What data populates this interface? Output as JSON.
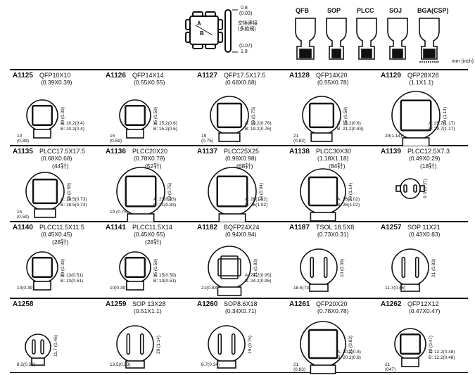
{
  "legend": {
    "dim_top": "0.8",
    "dim_top_in": "(0.03)",
    "chinese_1": "交換連接",
    "chinese_2": "(多款規)",
    "dim_bot_in": "(0.07)",
    "dim_bot": "1.8",
    "mark_a": "A",
    "mark_b": "B"
  },
  "types": [
    "QFB",
    "SOP",
    "PLCC",
    "SOJ",
    "BGA(CSP)"
  ],
  "unit_note": "mm (inch)",
  "rows": [
    [
      {
        "code": "A1125",
        "pkg": "QFP10X10",
        "sub": "(0.39X0.39)",
        "pins": "",
        "shape": "sq-small",
        "side": "10 (0.39)",
        "bottom": "10",
        "bottom2": "(0.39)",
        "a": "A: 10.2(0.4)",
        "b": "B: 10.2(0.4)"
      },
      {
        "code": "A1126",
        "pkg": "QFP14X14",
        "sub": "(0.55X0.55)",
        "pins": "",
        "shape": "sq-small",
        "side": "15 (0.59)",
        "bottom": "15",
        "bottom2": "(0.59)",
        "a": "A: 15.2(0.6)",
        "b": "B: 15.2(0.6)"
      },
      {
        "code": "A1127",
        "pkg": "QFP17.5X17.5",
        "sub": "(0.68X0.68)",
        "pins": "",
        "shape": "sq-med",
        "side": "19 (0.75)",
        "bottom": "19",
        "bottom2": "(0.75)",
        "a": "A: 19.2(0.76)",
        "b": "B: 19.2(0.76)"
      },
      {
        "code": "A1128",
        "pkg": "QFP14X20",
        "sub": "(0.55X0.78)",
        "pins": "",
        "shape": "sq-med",
        "side": "15 (0.59)",
        "bottom": "21",
        "bottom2": "(0.83)",
        "a": "A: 15.2(0.6)",
        "b": "B: 21.2(0.83)"
      },
      {
        "code": "A1129",
        "pkg": "QFP28X28",
        "sub": "(1.1X1.1)",
        "pins": "",
        "shape": "sq-big",
        "side": "29 (1.14)",
        "bottom": "29(1.14)",
        "bottom2": "",
        "a": "A: 29.7(1.17)",
        "b": "B: 29.7(1.17)"
      }
    ],
    [
      {
        "code": "A1135",
        "pkg": "PLCC17.5X17.5",
        "sub": "(0.68X0.68)",
        "pins": "(44针)",
        "shape": "sq-med",
        "side": "15 (0.59)",
        "bottom": "15",
        "bottom2": "(0.59)",
        "a": "A: 18.5(0.73)",
        "b": "B: 18.5(0.73)"
      },
      {
        "code": "A1136",
        "pkg": "PLCC20X20",
        "sub": "(0.78X0.78)",
        "pins": "(52针)",
        "shape": "sq-big",
        "side": "19 (0.75)",
        "bottom": "19 (0.75)",
        "bottom2": "",
        "a": "A: 21(0.83)",
        "b": "B: 21(0.83)"
      },
      {
        "code": "A1137",
        "pkg": "PLCC25X25",
        "sub": "(0.98X0.98)",
        "pins": "(68针)",
        "shape": "sq-big",
        "side": "24 (0.94)",
        "bottom": "",
        "bottom2": "",
        "a": "A: 26(1.02)",
        "b": "B: 26(1.02)"
      },
      {
        "code": "A1138",
        "pkg": "PLCC30X30",
        "sub": "(1.18X1.18)",
        "pins": "(84针)",
        "shape": "sq-rect",
        "side": "29 (1.14)",
        "bottom": "",
        "bottom2": "",
        "a": "A: 26(1.02)",
        "b": "B: 26(1.02)"
      },
      {
        "code": "A1139",
        "pkg": "PLCC12.5X7.3",
        "sub": "(0.49X0.29)",
        "pins": "(18针)",
        "shape": "bars-small",
        "side": "9.3 (0.37)",
        "bottom": "",
        "bottom2": "",
        "a": "",
        "b": ""
      }
    ],
    [
      {
        "code": "A1140",
        "pkg": "PLCC11.5X11.5",
        "sub": "(0.45X0.45)",
        "pins": "(28针)",
        "shape": "sq-small",
        "side": "10 (0.39)",
        "bottom": "10(0.39)",
        "bottom2": "",
        "a": "A: 13(0.51)",
        "b": "B: 13(0.51)"
      },
      {
        "code": "A1141",
        "pkg": "PLCC11.5X14",
        "sub": "(0.45X0.55)",
        "pins": "(28针)",
        "shape": "sq-small",
        "side": "15 (0.59)",
        "bottom": "10(0.39)",
        "bottom2": "",
        "a": "A: 15(0.59)",
        "b": "B: 13(0.51)"
      },
      {
        "code": "A1182",
        "pkg": "BQFP24X24",
        "sub": "(0.94X0.94)",
        "pins": "",
        "shape": "bars4",
        "side": "21 (0.83)",
        "bottom": "21(0.83)",
        "bottom2": "",
        "a": "A: 24.2(0.95)",
        "b": "B: 24.2(0.95)"
      },
      {
        "code": "A1187",
        "pkg": "TSOL 18.5X8",
        "sub": "(0.73X0.31)",
        "pins": "",
        "shape": "bars2",
        "side": "10 (0.39)",
        "bottom": "18.5(73)",
        "bottom2": "",
        "a": "",
        "b": ""
      },
      {
        "code": "A1257",
        "pkg": "SOP 11X21",
        "sub": "(0.43X0.83)",
        "pins": "",
        "shape": "bars2",
        "side": "21 (0.83)",
        "bottom": "11.7(0.46)",
        "bottom2": "",
        "a": "",
        "b": ""
      }
    ],
    [
      {
        "code": "A1258",
        "pkg": "",
        "sub": "",
        "pins": "",
        "shape": "bars2-small",
        "side": "11.7 (0.46)",
        "bottom": "8.2(0.32)",
        "bottom2": "",
        "a": "",
        "b": ""
      },
      {
        "code": "A1259",
        "pkg": "SOP 13X28",
        "sub": "(0.51X1.1)",
        "pins": "",
        "shape": "bars2",
        "side": "29 (1.14)",
        "bottom": "13.5(0.53)",
        "bottom2": "",
        "a": "",
        "b": ""
      },
      {
        "code": "A1260",
        "pkg": "SOP8.6X18",
        "sub": "(0.34X0.71)",
        "pins": "",
        "shape": "bars2",
        "side": "19 (0.75)",
        "bottom": "8.7(0.34)",
        "bottom2": "",
        "a": "",
        "b": ""
      },
      {
        "code": "A1261",
        "pkg": "QFP20X20",
        "sub": "(0.78X0.78)",
        "pins": "",
        "shape": "sq-rect",
        "side": "21 (0.83)",
        "bottom": "21",
        "bottom2": "(0.83)",
        "a": "A: 20.2(0.8)",
        "b": "B: 20.2(0.8)"
      },
      {
        "code": "A1262",
        "pkg": "QFP12X12",
        "sub": "(0.47X0.47)",
        "pins": "",
        "shape": "sq-tiny",
        "side": "12 (0.47)",
        "bottom": "21",
        "bottom2": "(047)",
        "a": "A: 12.2(0.48)",
        "b": "B: 12.2(0.48)"
      }
    ]
  ]
}
